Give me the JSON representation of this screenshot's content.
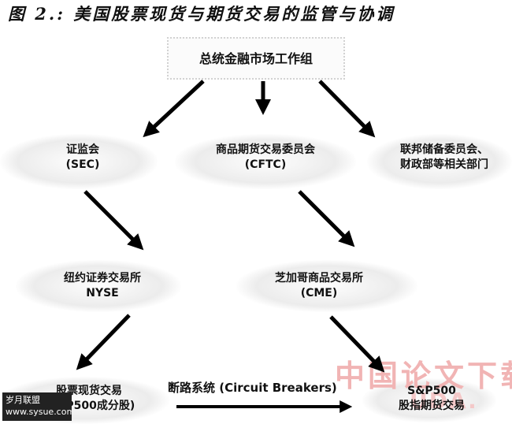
{
  "title": "图 2.: 美国股票现货与期货交易的监管与协调",
  "nodes": {
    "root": "总统金融市场工作组",
    "sec_line1": "证监会",
    "sec_line2": "(SEC)",
    "cftc_line1": "商品期货交易委员会",
    "cftc_line2": "(CFTC)",
    "fed_line1": "联邦储备委员会、",
    "fed_line2": "财政部等相关部门",
    "nyse_line1": "纽约证券交易所",
    "nyse_line2": "NYSE",
    "cme_line1": "芝加哥商品交易所",
    "cme_line2": "(CME)",
    "spot_line1": "股票现货交易",
    "spot_line2": "(S&P500成分股)",
    "futures_line1": "S&P500",
    "futures_line2": "股指期货交易"
  },
  "edge_label": "断路系统 (Circuit Breakers)",
  "watermark": {
    "main": "中国论文下载",
    "sub": "UDA."
  },
  "logo_text": {
    "line1": "岁月联盟",
    "line2": "www.sysue.com"
  },
  "colors": {
    "arrow": "#000000",
    "watermark": "#e24040"
  }
}
